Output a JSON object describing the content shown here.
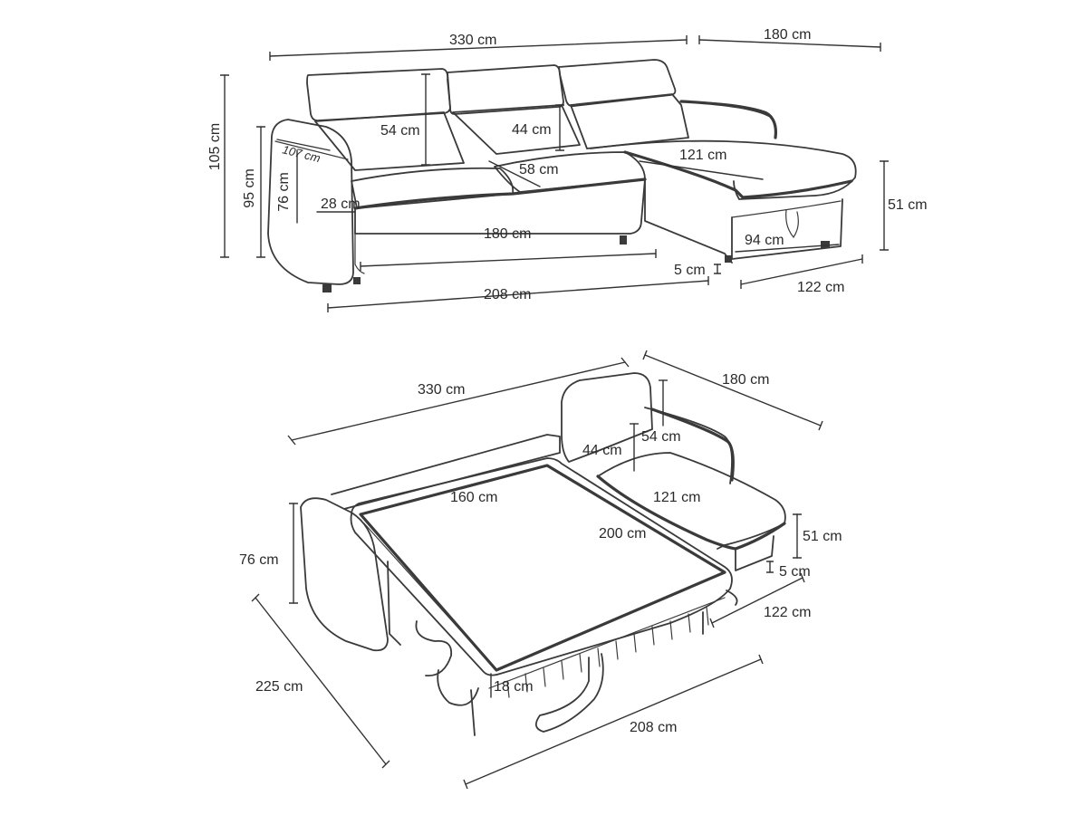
{
  "closed_view": {
    "total_width": "330 cm",
    "chaise_depth": "180 cm",
    "total_height": "105 cm",
    "back_height": "95 cm",
    "arm_height": "76 cm",
    "arm_length": "107 cm",
    "headrest_height": "54 cm",
    "back_cushion_height": "44 cm",
    "seat_depth": "58 cm",
    "chaise_seat_length": "121 cm",
    "arm_width": "28 cm",
    "seat_width": "180 cm",
    "chaise_height": "51 cm",
    "chaise_inner_width": "94 cm",
    "leg_height": "5 cm",
    "chaise_width": "122 cm",
    "base_width": "208 cm"
  },
  "open_view": {
    "total_width": "330 cm",
    "chaise_depth": "180 cm",
    "headrest_height": "54 cm",
    "back_cushion_height": "44 cm",
    "mattress_width": "160 cm",
    "chaise_seat_length": "121 cm",
    "mattress_length": "200 cm",
    "chaise_height": "51 cm",
    "leg_height": "5 cm",
    "arm_height": "76 cm",
    "chaise_width": "122 cm",
    "opened_depth": "225 cm",
    "mattress_thickness": "18 cm",
    "base_width": "208 cm"
  }
}
